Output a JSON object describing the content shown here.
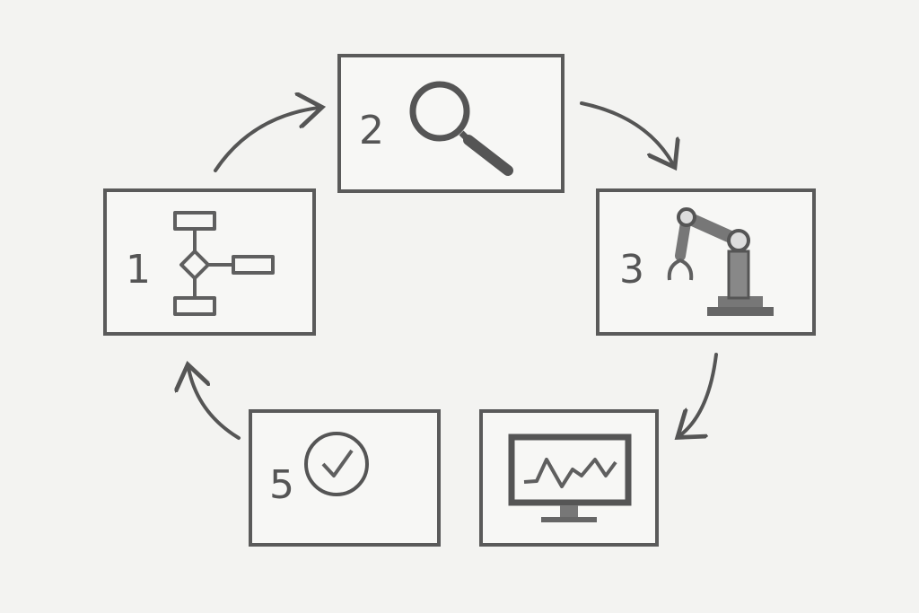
{
  "steps": [
    {
      "number": "1",
      "icon": "flowchart-icon"
    },
    {
      "number": "2",
      "icon": "magnifier-icon"
    },
    {
      "number": "3",
      "icon": "robot-arm-icon"
    },
    {
      "number": "",
      "icon": "monitor-chart-icon"
    },
    {
      "number": "5",
      "icon": "checkmark-circle-icon"
    }
  ],
  "colors": {
    "stroke": "#555555",
    "background": "#f3f3f1"
  }
}
